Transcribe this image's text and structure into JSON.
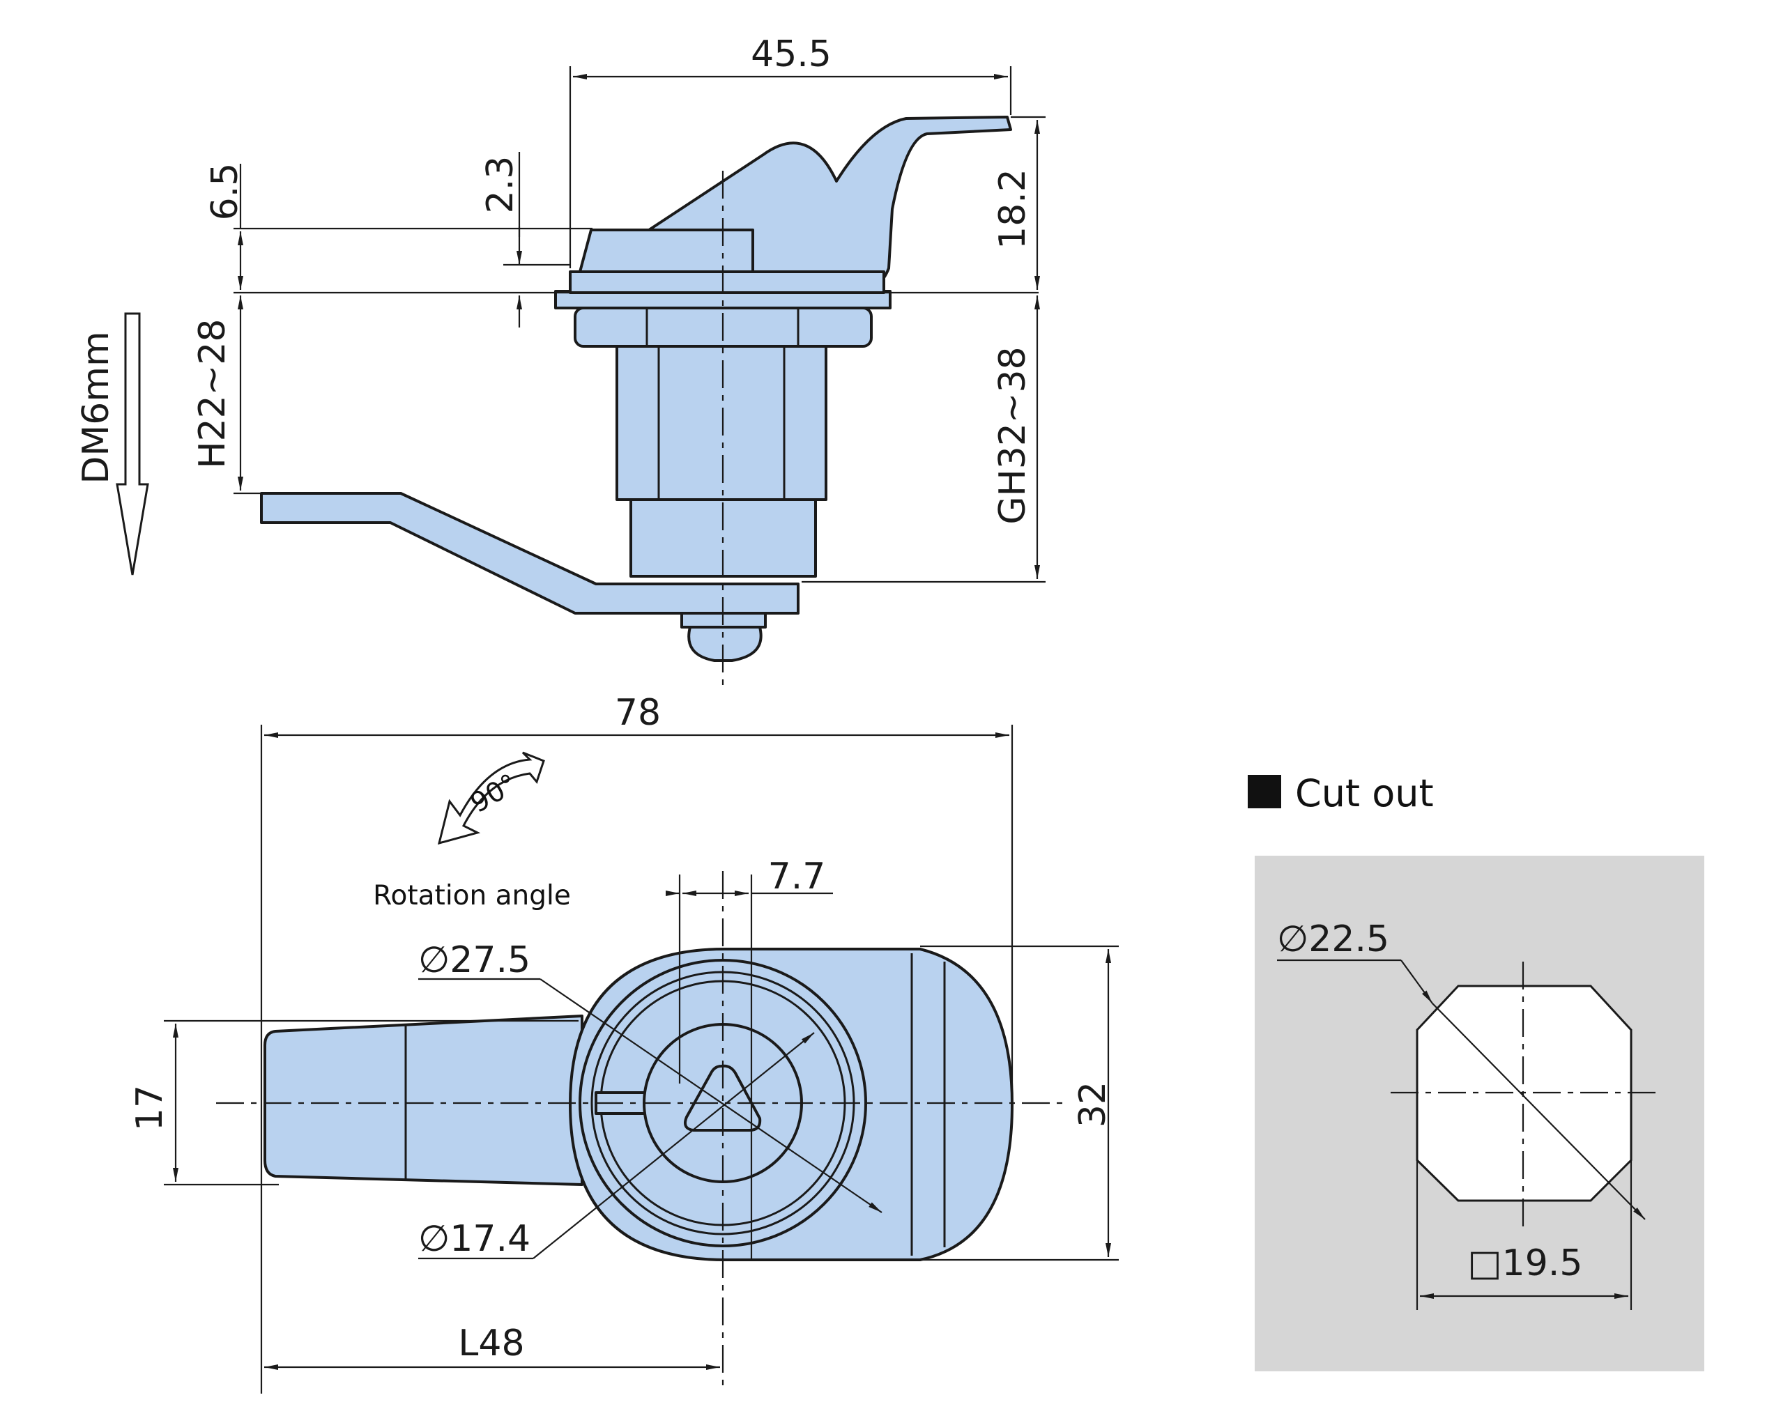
{
  "colors": {
    "part_fill": "#b9d2ef",
    "outline": "#1a1a1a",
    "cutout_bg": "#d6d6d6",
    "background": "#ffffff"
  },
  "side_view": {
    "width_label": "45.5",
    "upper_gap_label": "6.5",
    "flange_label": "2.3",
    "handle_height_label": "18.2",
    "grip_range_label": "H22~28",
    "total_range_label": "GH32~38",
    "drive_label": "DM6mm"
  },
  "top_view": {
    "overall_length_label": "78",
    "rotation_angle_value": "90°",
    "rotation_caption": "Rotation angle",
    "offset_label": "7.7",
    "outer_diameter_label": "∅27.5",
    "inner_diameter_label": "∅17.4",
    "handle_width_label": "17",
    "body_height_label": "32",
    "lever_length_label": "L48"
  },
  "cutout": {
    "title": "Cut out",
    "diameter_label": "∅22.5",
    "square_label": "□19.5"
  }
}
